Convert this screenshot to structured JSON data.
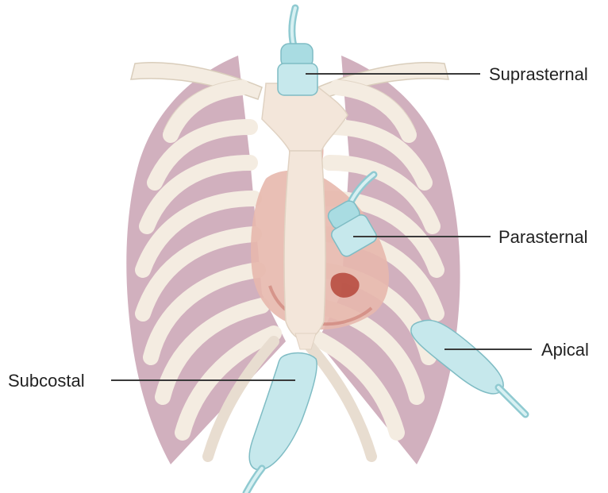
{
  "labels": {
    "suprasternal": "Suprasternal",
    "parasternal": "Parasternal",
    "apical": "Apical",
    "subcostal": "Subcostal"
  },
  "colors": {
    "rib": "#f4ece1",
    "rib_outline": "#d9cdbb",
    "intercostal": "#c9a2b3",
    "heart": "#e7b8ad",
    "heart_shadow": "#c97a6f",
    "sternum": "#f3e6da",
    "probe": "#c6e8ec",
    "probe_dark": "#8fcad1",
    "leader": "#3a3a3a"
  },
  "icons": {
    "chest": "ribcage-illustration",
    "heart": "heart-illustration",
    "probe": "ultrasound-probe"
  }
}
